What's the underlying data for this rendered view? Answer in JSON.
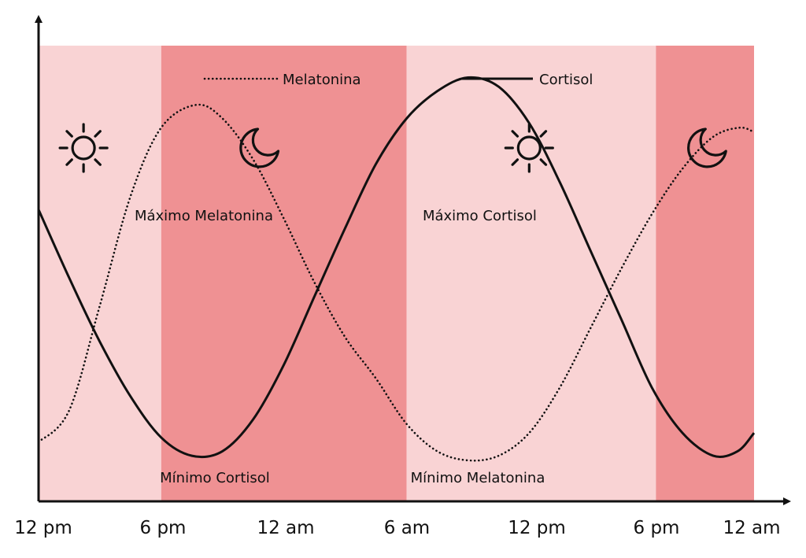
{
  "chart_data": {
    "type": "line",
    "x": [
      "12 pm",
      "6 pm",
      "12 am",
      "6 am",
      "12 pm",
      "6 pm",
      "12 am"
    ],
    "x_hours": [
      0,
      6,
      12,
      18,
      24,
      30,
      36
    ],
    "xlim": [
      0,
      35
    ],
    "ylim": [
      0,
      1
    ],
    "y_axis_ticks": "none",
    "grid": false,
    "legend_placement": "top",
    "bands": [
      {
        "from": 0,
        "to": 6,
        "phase": "day",
        "icon": "sun-icon",
        "color": "#f9d3d4"
      },
      {
        "from": 6,
        "to": 18,
        "phase": "night",
        "icon": "moon-icon",
        "color": "#ef9193"
      },
      {
        "from": 18,
        "to": 30.2,
        "phase": "day",
        "icon": "sun-icon",
        "color": "#f9d3d4"
      },
      {
        "from": 30.2,
        "to": 35,
        "phase": "night",
        "icon": "moon-icon",
        "color": "#ef9193"
      }
    ],
    "series": [
      {
        "name": "Melatonina",
        "style": "dotted",
        "color": "#111111",
        "points": [
          [
            0,
            0.13
          ],
          [
            1.5,
            0.2
          ],
          [
            3,
            0.43
          ],
          [
            4.5,
            0.67
          ],
          [
            6,
            0.82
          ],
          [
            7.7,
            0.87
          ],
          [
            9,
            0.84
          ],
          [
            10.5,
            0.75
          ],
          [
            12,
            0.62
          ],
          [
            13.5,
            0.48
          ],
          [
            15,
            0.36
          ],
          [
            16.5,
            0.27
          ],
          [
            18,
            0.17
          ],
          [
            19.5,
            0.11
          ],
          [
            21,
            0.09
          ],
          [
            22.5,
            0.1
          ],
          [
            24,
            0.15
          ],
          [
            25.5,
            0.25
          ],
          [
            27,
            0.38
          ],
          [
            28.5,
            0.51
          ],
          [
            30,
            0.63
          ],
          [
            31.5,
            0.73
          ],
          [
            33,
            0.8
          ],
          [
            34.3,
            0.82
          ],
          [
            35,
            0.81
          ]
        ]
      },
      {
        "name": "Cortisol",
        "style": "solid",
        "color": "#111111",
        "points": [
          [
            0,
            0.64
          ],
          [
            1.5,
            0.49
          ],
          [
            3,
            0.35
          ],
          [
            4.5,
            0.23
          ],
          [
            6,
            0.14
          ],
          [
            7.5,
            0.1
          ],
          [
            9,
            0.11
          ],
          [
            10.5,
            0.18
          ],
          [
            12,
            0.3
          ],
          [
            13.5,
            0.45
          ],
          [
            15,
            0.6
          ],
          [
            16.5,
            0.74
          ],
          [
            18,
            0.84
          ],
          [
            19.5,
            0.9
          ],
          [
            21,
            0.93
          ],
          [
            22.5,
            0.91
          ],
          [
            24,
            0.83
          ],
          [
            25.5,
            0.7
          ],
          [
            27,
            0.55
          ],
          [
            28.5,
            0.4
          ],
          [
            30,
            0.25
          ],
          [
            31.5,
            0.15
          ],
          [
            33,
            0.1
          ],
          [
            34.2,
            0.11
          ],
          [
            35,
            0.15
          ]
        ]
      }
    ],
    "annotations": [
      {
        "text": "Máximo Melatonina",
        "x": 7.7,
        "y": 0.87,
        "position": "above"
      },
      {
        "text": "Máximo Cortisol",
        "x": 21,
        "y": 0.93,
        "position": "above"
      },
      {
        "text": "Mínimo Cortisol",
        "x": 8.7,
        "y": 0.1,
        "position": "below"
      },
      {
        "text": "Mínimo Melatonina",
        "x": 21.6,
        "y": 0.09,
        "position": "below"
      }
    ]
  }
}
